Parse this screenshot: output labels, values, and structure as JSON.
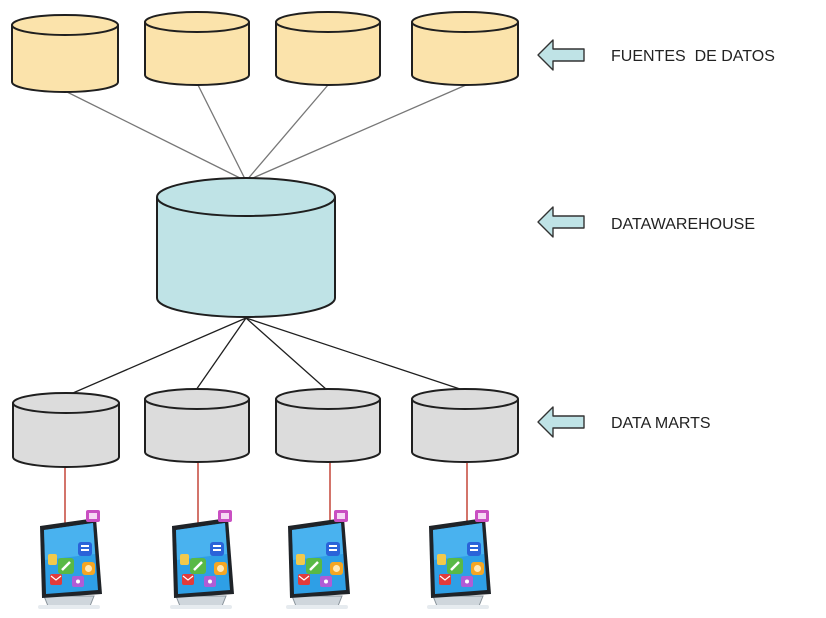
{
  "labels": {
    "sources": "FUENTES  DE DATOS",
    "warehouse": "DATAWAREHOUSE",
    "marts": "DATA MARTS"
  },
  "colors": {
    "source_fill": "#fbe3ab",
    "warehouse_fill": "#bfe3e6",
    "mart_fill": "#dcdcdc",
    "arrow_fill": "#bfe3e6",
    "outline": "#1f1f1f",
    "link_line": "#777777",
    "mart_to_app_line": "#c0392b"
  },
  "nodes": {
    "sources": [
      {
        "icon": "database-icon"
      },
      {
        "icon": "database-icon"
      },
      {
        "icon": "database-icon"
      },
      {
        "icon": "database-icon"
      }
    ],
    "warehouse": {
      "icon": "database-icon"
    },
    "marts": [
      {
        "icon": "database-icon"
      },
      {
        "icon": "database-icon"
      },
      {
        "icon": "database-icon"
      },
      {
        "icon": "database-icon"
      }
    ],
    "apps": [
      {
        "icon": "monitor-apps-icon"
      },
      {
        "icon": "monitor-apps-icon"
      },
      {
        "icon": "monitor-apps-icon"
      },
      {
        "icon": "monitor-apps-icon"
      }
    ]
  },
  "arrows": [
    {
      "icon": "left-arrow-icon",
      "points_to": "sources"
    },
    {
      "icon": "left-arrow-icon",
      "points_to": "warehouse"
    },
    {
      "icon": "left-arrow-icon",
      "points_to": "marts"
    }
  ]
}
